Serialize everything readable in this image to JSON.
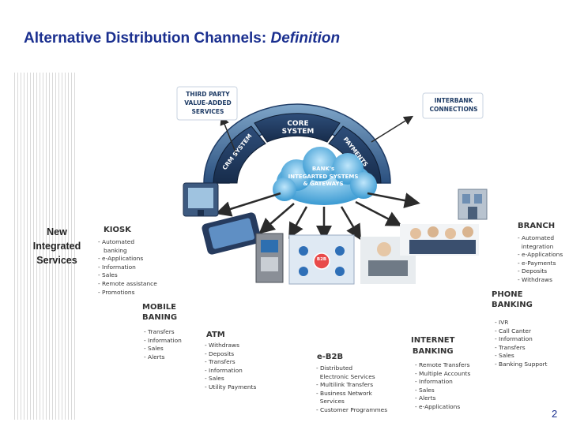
{
  "title": {
    "main": "Alternative Distribution Channels: ",
    "italic": "Definition"
  },
  "new_integrated_services": "New Integrated Services",
  "arch_labels": {
    "third_party": [
      "THIRD PARTY",
      "VALUE-ADDED",
      "SERVICES"
    ],
    "interbank": [
      "INTERBANK",
      "CONNECTIONS"
    ],
    "core_system": "CORE SYSTEM",
    "crm_system": "CRM SYSTEM",
    "payments": "PAYMENTS",
    "cloud": [
      "BANK's",
      "INTEGARTED SYSTEMS",
      "& GATEWAYS"
    ]
  },
  "channels": {
    "kiosk": {
      "title": "KIOSK",
      "items": "- Automated\n   banking\n- e-Applications\n- Information\n- Sales\n- Remote assistance\n- Promotions"
    },
    "branch": {
      "title": "BRANCH",
      "items": "- Automated\n  integration\n- e-Applications\n- e-Payments\n- Deposits\n- Withdraws"
    },
    "mobile": {
      "title": "MOBILE\nBANING",
      "items": "- Transfers\n- Information\n- Sales\n- Alerts"
    },
    "atm": {
      "title": "ATM",
      "items": "- Withdraws\n- Deposits\n- Transfers\n- Information\n- Sales\n- Utility Payments"
    },
    "eb2b": {
      "title": "e-B2B",
      "items": "- Distributed\n  Electronic Services\n- Multilink Transfers\n- Business Network\n  Services\n- Customer Programmes"
    },
    "internet": {
      "title": "INTERNET\nBANKING",
      "items": "- Remote Transfers\n- Multiple Accounts\n- Information\n- Sales\n- Alerts\n- e-Applications"
    },
    "phone": {
      "title": "PHONE\nBANKING",
      "items": "- IVR\n- Call Canter\n- Information\n- Transfers\n- Sales\n- Banking Support"
    }
  },
  "badge_b2b": "B2B",
  "page_number": "2",
  "colors": {
    "title": "#1a2f8f",
    "arch_dark": "#1f3c66",
    "arch_light": "#7fa6c9",
    "cloud": "#4aa8d8",
    "arrow": "#2b2b2b"
  }
}
